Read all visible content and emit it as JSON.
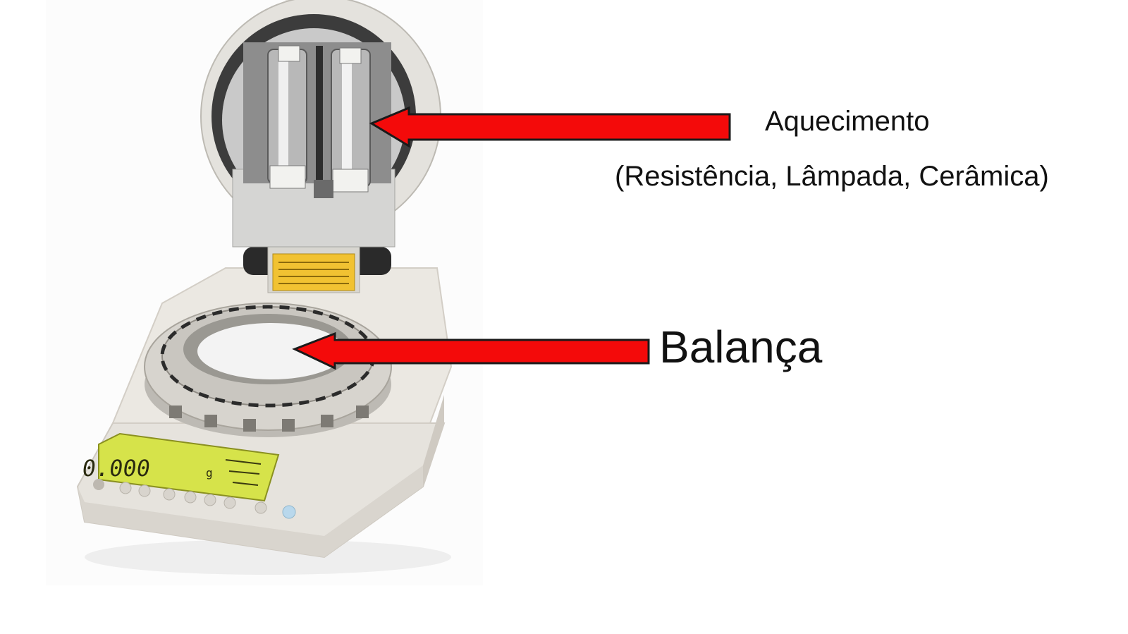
{
  "labels": {
    "heating_title": "Aquecimento",
    "heating_sub": "(Resistência, Lâmpada, Cerâmica)",
    "balance": "Balança"
  },
  "display": {
    "weight": "0.000",
    "unit": "g"
  },
  "colors": {
    "arrow_fill": "#f40a0a",
    "arrow_stroke": "#1a1a1a",
    "lcd": "#d6e34a",
    "device_body": "#e9e7e2"
  }
}
